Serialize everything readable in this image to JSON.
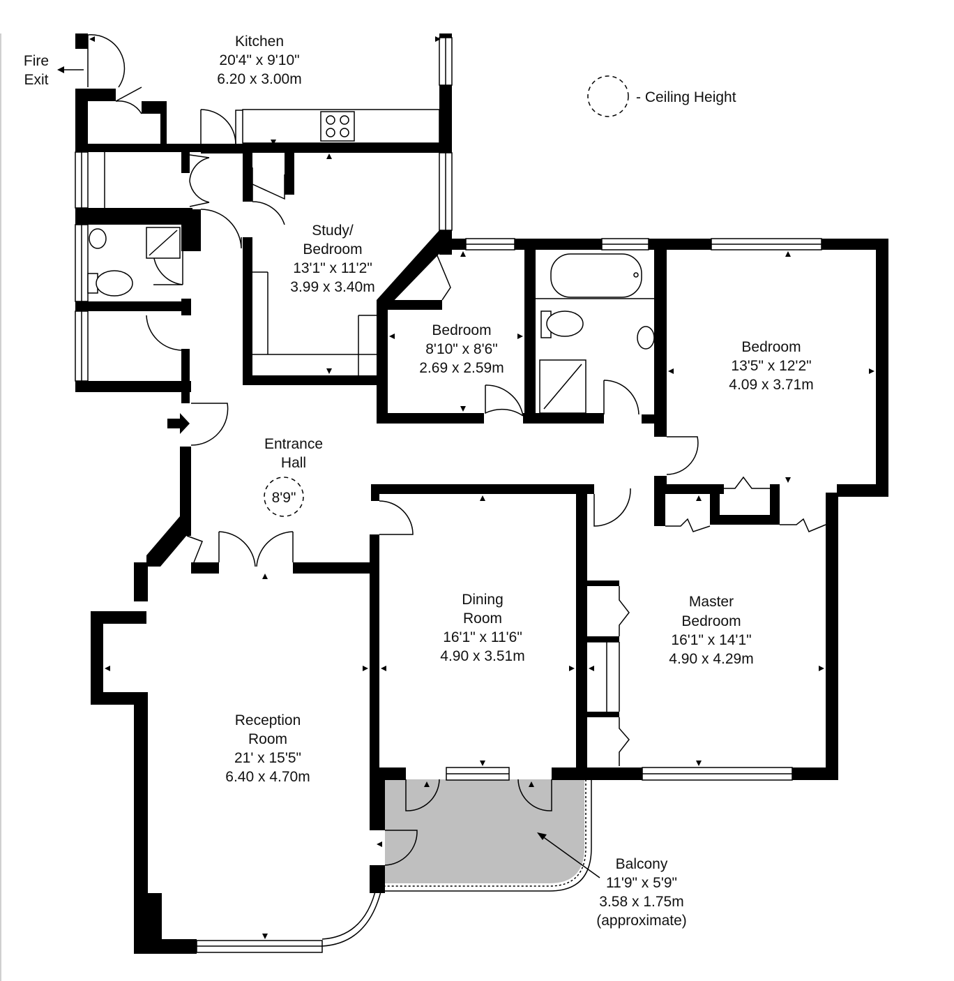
{
  "rooms": {
    "kitchen": {
      "name": "Kitchen",
      "imperial": "20'4\" x 9'10\"",
      "metric": "6.20 x 3.00m"
    },
    "fire_exit": {
      "line1": "Fire",
      "line2": "Exit"
    },
    "study": {
      "line1": "Study/",
      "line2": "Bedroom",
      "imperial": "13'1\" x 11'2\"",
      "metric": "3.99 x 3.40m"
    },
    "bedroom_small": {
      "name": "Bedroom",
      "imperial": "8'10\" x 8'6\"",
      "metric": "2.69 x 2.59m"
    },
    "bedroom_right": {
      "name": "Bedroom",
      "imperial": "13'5\" x 12'2\"",
      "metric": "4.09 x 3.71m"
    },
    "entrance_hall": {
      "line1": "Entrance",
      "line2": "Hall",
      "ceiling_height": "8'9\""
    },
    "dining": {
      "line1": "Dining",
      "line2": "Room",
      "imperial": "16'1\" x 11'6\"",
      "metric": "4.90 x 3.51m"
    },
    "master": {
      "line1": "Master",
      "line2": "Bedroom",
      "imperial": "16'1\" x 14'1\"",
      "metric": "4.90 x 4.29m"
    },
    "reception": {
      "line1": "Reception",
      "line2": "Room",
      "imperial": "21' x 15'5\"",
      "metric": "6.40 x 4.70m"
    },
    "balcony": {
      "name": "Balcony",
      "imperial": "11'9\" x 5'9\"",
      "metric": "3.58 x 1.75m",
      "note": "(approximate)"
    }
  },
  "legend": {
    "ceiling_height": "- Ceiling Height"
  },
  "colors": {
    "wall": "#000000",
    "balcony_fill": "#bfbfbf",
    "background": "#ffffff"
  }
}
